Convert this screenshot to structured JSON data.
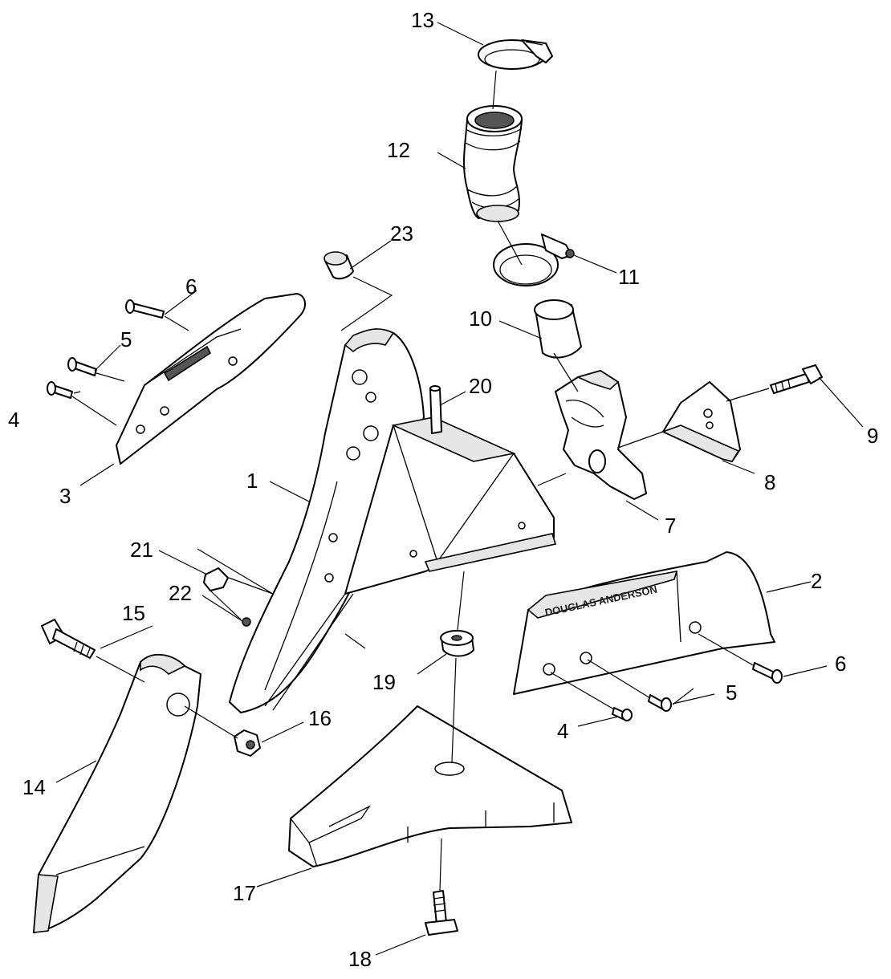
{
  "diagram": {
    "callouts": [
      {
        "id": "c13",
        "label": "13"
      },
      {
        "id": "c12",
        "label": "12"
      },
      {
        "id": "c23",
        "label": "23"
      },
      {
        "id": "c11",
        "label": "11"
      },
      {
        "id": "c6a",
        "label": "6"
      },
      {
        "id": "c5a",
        "label": "5"
      },
      {
        "id": "c4a",
        "label": "4"
      },
      {
        "id": "c3",
        "label": "3"
      },
      {
        "id": "c10",
        "label": "10"
      },
      {
        "id": "c20",
        "label": "20"
      },
      {
        "id": "c9",
        "label": "9"
      },
      {
        "id": "c8",
        "label": "8"
      },
      {
        "id": "c1",
        "label": "1"
      },
      {
        "id": "c7",
        "label": "7"
      },
      {
        "id": "c21",
        "label": "21"
      },
      {
        "id": "c22",
        "label": "22"
      },
      {
        "id": "c2",
        "label": "2"
      },
      {
        "id": "c15",
        "label": "15"
      },
      {
        "id": "c6b",
        "label": "6"
      },
      {
        "id": "c19",
        "label": "19"
      },
      {
        "id": "c5b",
        "label": "5"
      },
      {
        "id": "c16",
        "label": "16"
      },
      {
        "id": "c4b",
        "label": "4"
      },
      {
        "id": "c14",
        "label": "14"
      },
      {
        "id": "c17",
        "label": "17"
      },
      {
        "id": "c18",
        "label": "18"
      }
    ]
  }
}
